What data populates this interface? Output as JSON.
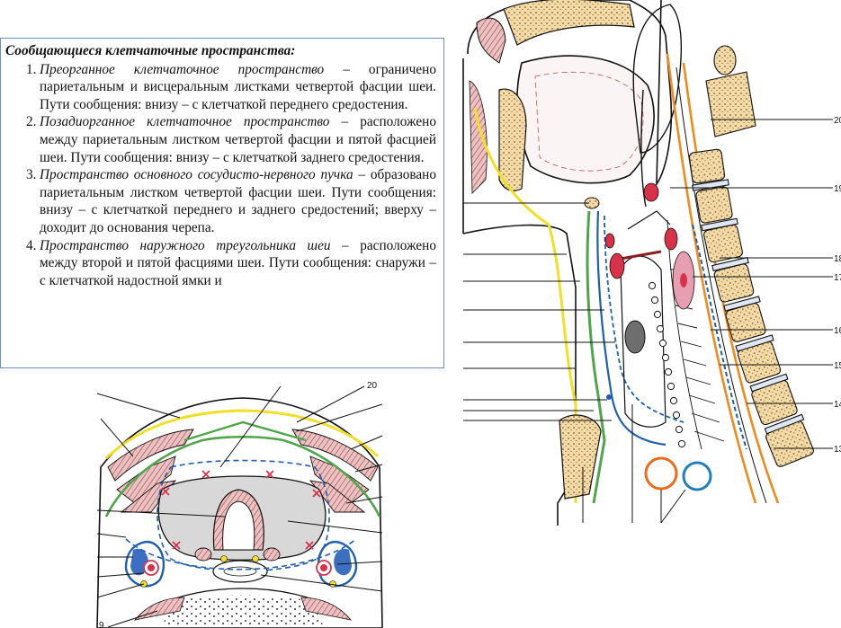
{
  "text": {
    "heading": "Сообщающиеся клетчаточные пространства",
    "heading_suffix": ":",
    "items": [
      {
        "num": "1.",
        "title": "Преорганное клетчаточное пространство",
        "body": " – ограничено париетальным и висцеральным листками четвертой фасции шеи. Пути сообщения: внизу – с клетчаткой переднего средостения."
      },
      {
        "num": "2.",
        "title": "Позадиорганное клетчаточное пространство",
        "body": " – расположено между париетальным листком четвертой фасции и пятой фасцией шеи. Пути сообщения: внизу – с клетчаткой заднего средостения."
      },
      {
        "num": "3.",
        "title": "Пространство основного сосудисто-нервного пучка",
        "body": " – образовано париетальным листком четвертой фасции шеи. Пути сообщения: внизу – с клетчаткой переднего и заднего средостений; вверху – доходит до основания черепа."
      },
      {
        "num": "4.",
        "title": "Пространство наружного треугольника шеи",
        "body": " – расположено между второй и пятой фасциями шеи. Пути сообщения: снаружи – с клетчаткой надостной ямки и"
      }
    ]
  },
  "sagittal_labels": [
    "20",
    "19",
    "18",
    "17",
    "16",
    "15",
    "14",
    "13"
  ],
  "cross_section_labels": [
    "20",
    "9"
  ],
  "colors": {
    "box_border": "#6f8fb6",
    "bone": "#f3dba8",
    "muscle": "#c98a8a",
    "fascia_yellow": "#f1df2a",
    "fascia_green": "#4fa54a",
    "fascia_blue": "#1f5fb0",
    "fascia_orange": "#ef8a1c",
    "vessel_red": "#d8324a",
    "organ_gray": "#d8d8d8"
  }
}
